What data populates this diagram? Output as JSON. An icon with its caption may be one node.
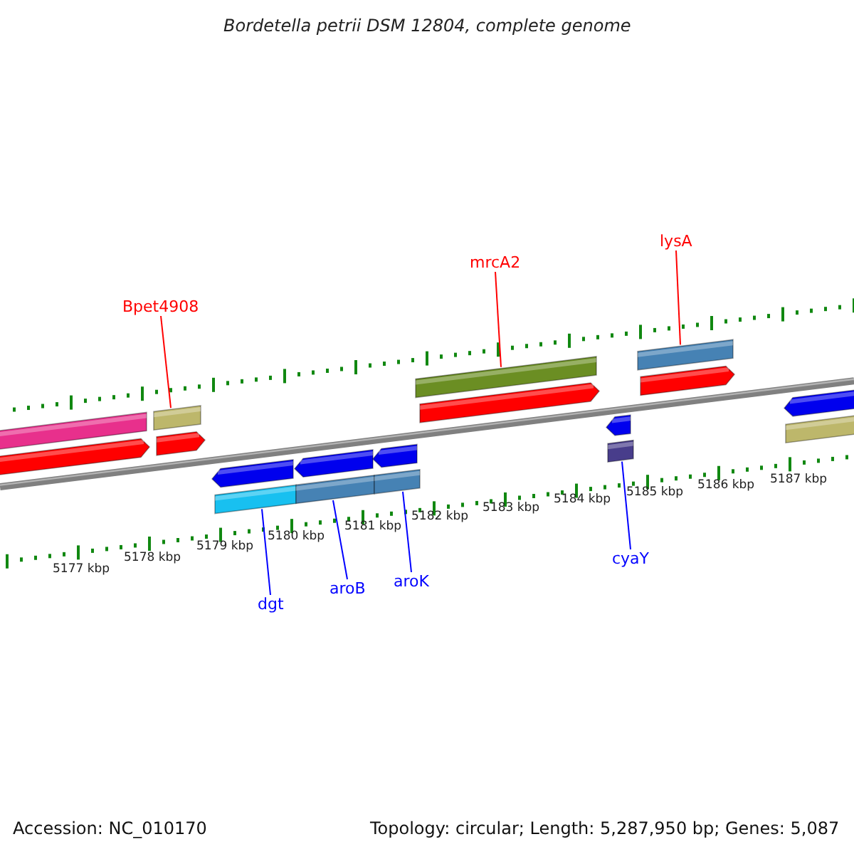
{
  "diagram": {
    "title": "Bordetella petrii DSM 12804, complete genome",
    "nodes": [
      {
        "text": [
          "Bpet4908"
        ]
      },
      {
        "text": [
          "mrcA2"
        ]
      },
      {
        "text": [
          "lysA"
        ]
      },
      {
        "text": [
          "dgt"
        ]
      },
      {
        "text": [
          "aroB"
        ]
      },
      {
        "text": [
          "aroK"
        ]
      },
      {
        "text": [
          "cyaY"
        ]
      },
      {
        "text": [],
        "shape": "bar"
      },
      {
        "text": [],
        "shape": "bar"
      },
      {
        "text": [],
        "shape": "bar"
      },
      {
        "text": [],
        "shape": "bar"
      },
      {
        "text": [],
        "shape": "bar"
      },
      {
        "text": [],
        "shape": "bar"
      },
      {
        "text": [],
        "shape": "bar"
      },
      {
        "text": [],
        "shape": "bar"
      },
      {
        "text": [],
        "shape": "bar"
      },
      {
        "text": [],
        "shape": "bar"
      },
      {
        "text": [],
        "shape": "bar"
      },
      {
        "text": [],
        "shape": "bar"
      },
      {
        "text": [],
        "shape": "bar"
      },
      {
        "text": [],
        "shape": "bar"
      },
      {
        "text": [],
        "shape": "bar"
      },
      {
        "text": [],
        "shape": "bar"
      },
      {
        "text": [],
        "shape": "bar"
      },
      {
        "text": [],
        "shape": "bar"
      }
    ],
    "edges": [
      {
        "from": 0,
        "to": 9,
        "arrow": "none",
        "color": "#ff0000"
      },
      {
        "from": 1,
        "to": 17,
        "arrow": "none",
        "color": "#ff0000"
      },
      {
        "from": 2,
        "to": 21,
        "arrow": "none",
        "color": "#ff0000"
      },
      {
        "from": 3,
        "to": 12,
        "arrow": "none"
      },
      {
        "from": 4,
        "to": 14,
        "arrow": "none"
      },
      {
        "from": 5,
        "to": 16,
        "arrow": "none"
      },
      {
        "from": 6,
        "to": 20,
        "arrow": "none"
      }
    ],
    "labels": [
      "5177 kbp",
      "5178 kbp",
      "5179 kbp",
      "5180 kbp",
      "5181 kbp",
      "5182 kbp",
      "5183 kbp",
      "5184 kbp",
      "5185 kbp",
      "5186 kbp",
      "5187 kbp",
      "Accession: NC_010170",
      "Topology: circular; Length: 5,287,950 bp; Genes: 5,087"
    ]
  }
}
